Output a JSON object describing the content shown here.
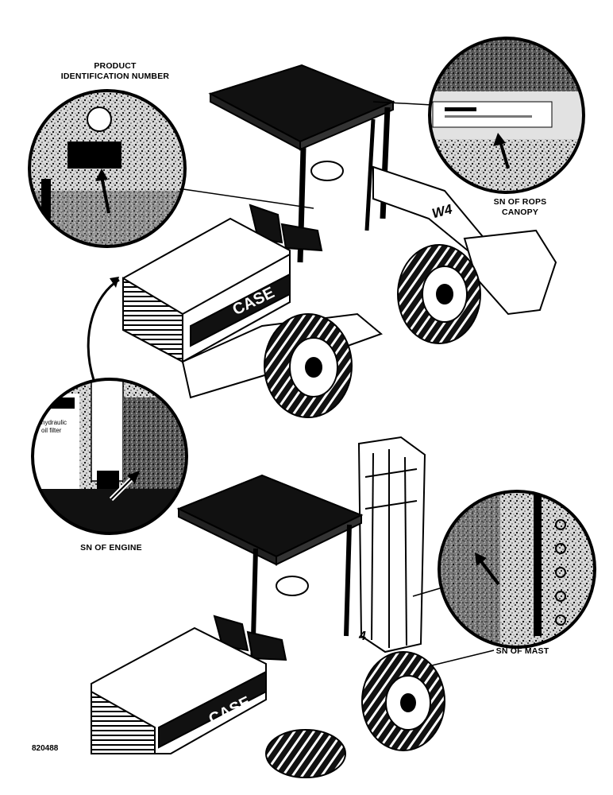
{
  "labels": {
    "product_id": [
      "PRODUCT",
      "IDENTIFICATION NUMBER"
    ],
    "rops_canopy": [
      "SN OF ROPS",
      "CANOPY"
    ],
    "engine": "SN OF ENGINE",
    "mast": "SN OF MAST"
  },
  "machine": {
    "brand": "CASE",
    "model_top": "W4",
    "model_bottom": "4",
    "engine_tag_lines": [
      "hydraulic",
      "oil filter"
    ]
  },
  "figure_number": "820488"
}
